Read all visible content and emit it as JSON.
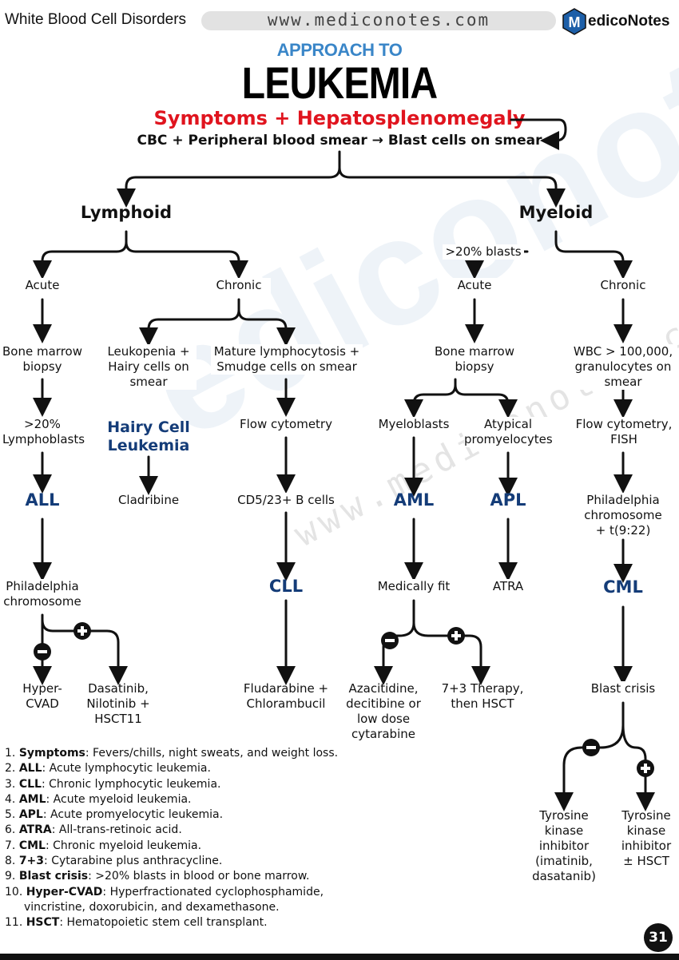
{
  "header": {
    "topic": "White Blood Cell Disorders",
    "url": "www.mediconotes.com",
    "logo_prefix": "M",
    "logo_text": "edicoNotes"
  },
  "title": {
    "line1": "APPROACH TO",
    "line2": "LEUKEMIA",
    "symptoms": "Symptoms + Hepatosplenomegaly",
    "workup": "CBC + Peripheral blood smear → Blast cells on smear"
  },
  "watermark": {
    "big": "ediconotes",
    "small": "www.mediconotes.com"
  },
  "lymphoid": {
    "label": "Lymphoid",
    "acute": "Acute",
    "chronic": "Chronic",
    "bm_biopsy": "Bone marrow biopsy",
    "lymphoblasts": ">20% Lymphoblasts",
    "all": "ALL",
    "philadelphia": "Philadelphia chromosome",
    "hypercvad": "Hyper-CVAD",
    "dasatinib": "Dasatinib, Nilotinib + HSCT11",
    "leukopenia": "Leukopenia + Hairy cells on smear",
    "hairy": "Hairy Cell Leukemia",
    "cladribine": "Cladribine",
    "mature": "Mature lymphocytosis + Smudge cells on smear",
    "flow": "Flow cytometry",
    "cd5": "CD5/23+ B cells",
    "cll": "CLL",
    "fludarabine": "Fludarabine + Chlorambucil"
  },
  "myeloid": {
    "label": "Myeloid",
    "blasts20": ">20% blasts",
    "acute": "Acute",
    "chronic": "Chronic",
    "bm_biopsy": "Bone marrow biopsy",
    "myeloblasts": "Myeloblasts",
    "atypical": "Atypical promyelocytes",
    "aml": "AML",
    "apl": "APL",
    "medically_fit": "Medically fit",
    "atra": "ATRA",
    "azacitidine": "Azacitidine, decitibine or low dose cytarabine",
    "seven3": "7+3 Therapy, then HSCT",
    "wbc": "WBC > 100,000, granulocytes on smear",
    "flow_fish": "Flow cytometry, FISH",
    "ph_t922": "Philadelphia chromosome + t(9:22)",
    "cml": "CML",
    "blast_crisis": "Blast crisis",
    "tki1": "Tyrosine kinase inhibitor (imatinib, dasatanib)",
    "tki2": "Tyrosine kinase inhibitor ± HSCT"
  },
  "signs": {
    "minus": "−",
    "plus": "+"
  },
  "legend": [
    {
      "n": "1.",
      "term": "Symptoms",
      "def": ": Fevers/chills, night sweats, and weight loss."
    },
    {
      "n": "2.",
      "term": "ALL",
      "def": ": Acute lymphocytic leukemia."
    },
    {
      "n": "3.",
      "term": "CLL",
      "def": ": Chronic lymphocytic leukemia."
    },
    {
      "n": "4.",
      "term": "AML",
      "def": ": Acute myeloid leukemia."
    },
    {
      "n": "5.",
      "term": "APL",
      "def": ": Acute promyelocytic leukemia."
    },
    {
      "n": "6.",
      "term": "ATRA",
      "def": ": All-trans-retinoic acid."
    },
    {
      "n": "7.",
      "term": "CML",
      "def": ": Chronic myeloid leukemia."
    },
    {
      "n": "8.",
      "term": "7+3",
      "def": ": Cytarabine plus anthracycline."
    },
    {
      "n": "9.",
      "term": "Blast crisis",
      "def": ": >20% blasts in blood or bone marrow."
    },
    {
      "n": "10.",
      "term": "Hyper-CVAD",
      "def": ": Hyperfractionated cyclophosphamide,"
    },
    {
      "n": "",
      "term": "",
      "def": "vincristine, doxorubicin, and dexamethasone."
    },
    {
      "n": "11.",
      "term": "HSCT",
      "def": ": Hematopoietic stem cell transplant."
    }
  ],
  "page_number": "31"
}
